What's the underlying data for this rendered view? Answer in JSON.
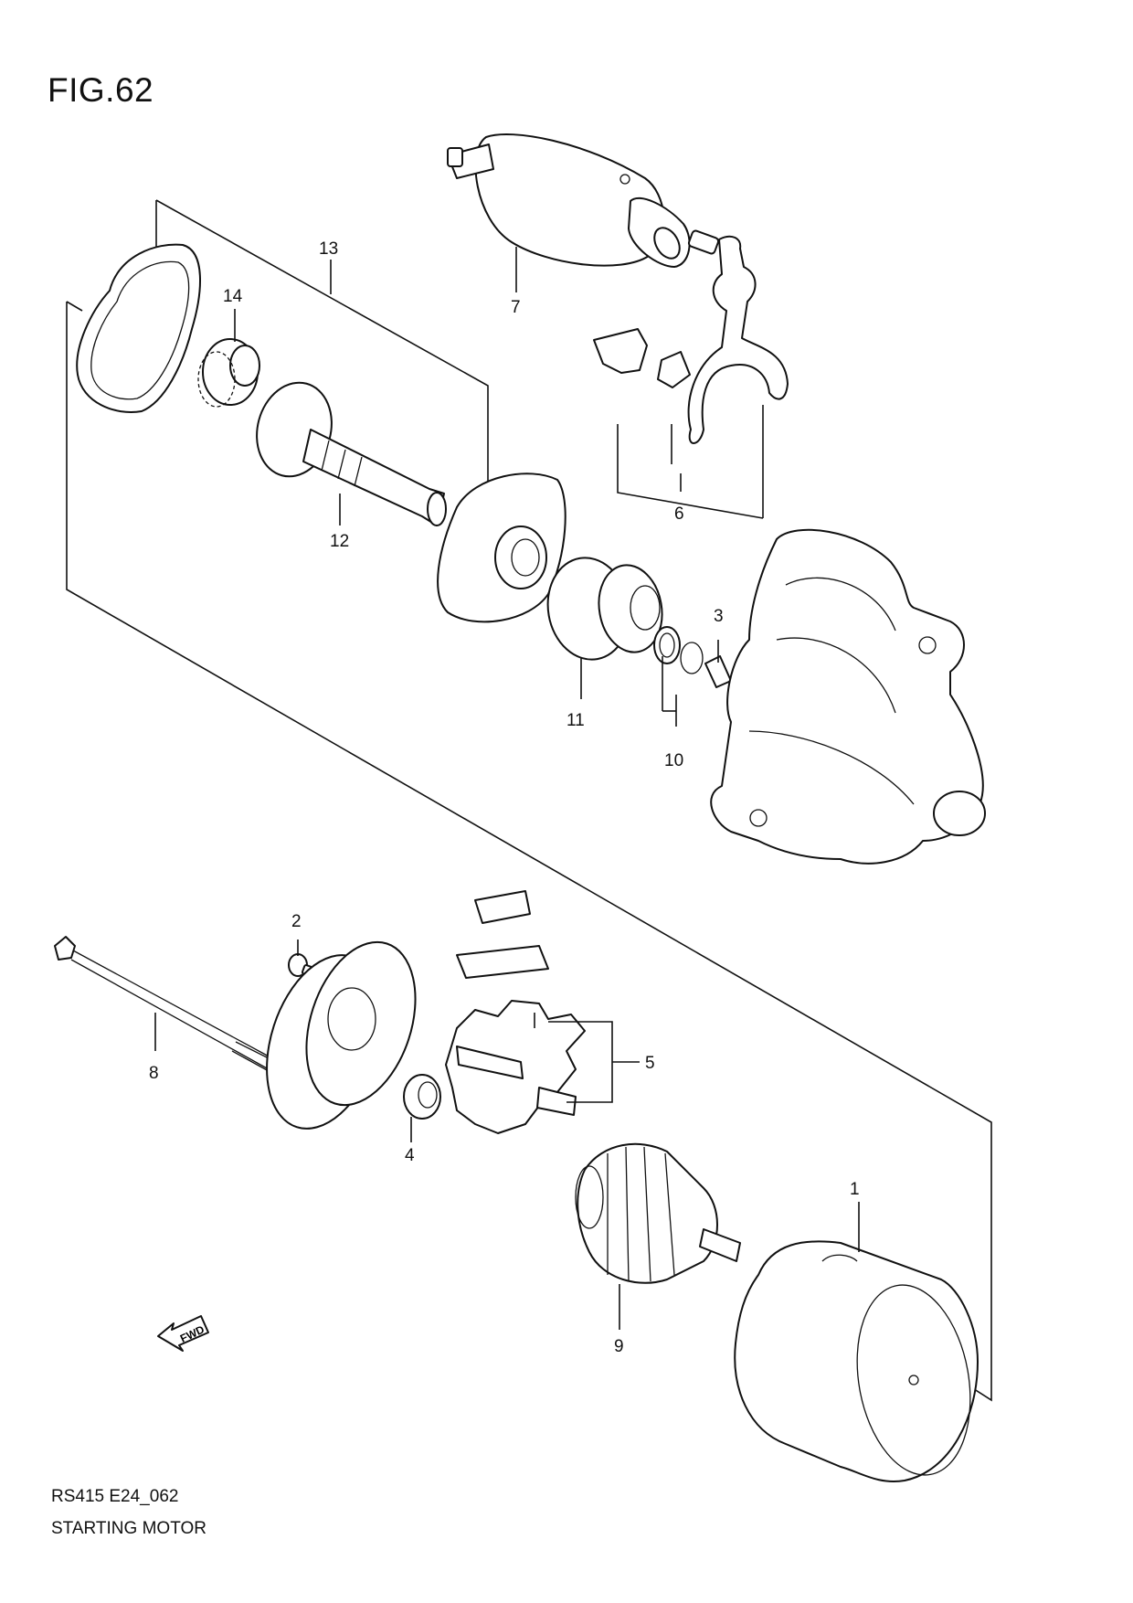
{
  "figure": {
    "title": "FIG.62"
  },
  "footer": {
    "code": "RS415 E24_062",
    "name": "STARTING MOTOR"
  },
  "fwd_arrow": {
    "label": "FWD"
  },
  "callouts": [
    "1",
    "2",
    "3",
    "4",
    "5",
    "6",
    "7",
    "8",
    "9",
    "10",
    "11",
    "12",
    "13",
    "14"
  ]
}
